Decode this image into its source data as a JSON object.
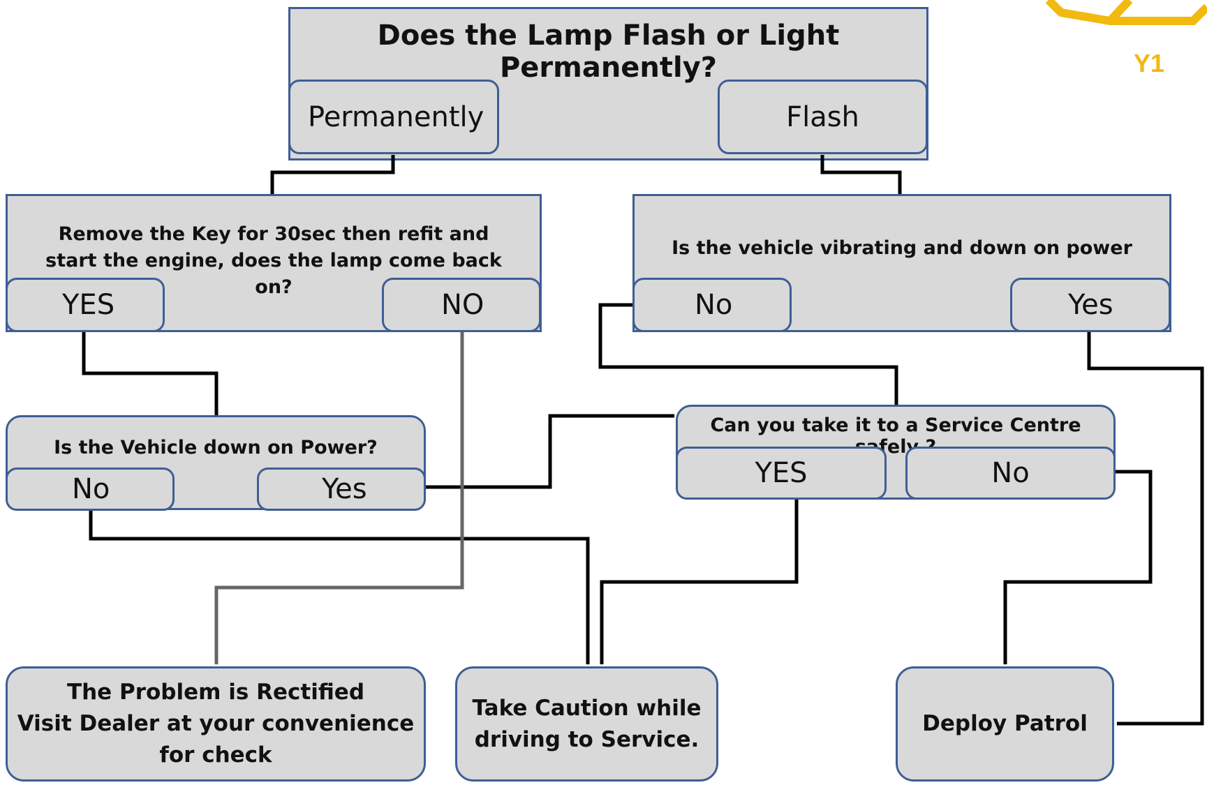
{
  "top_question": {
    "text": "Does the Lamp Flash or Light Permanently?",
    "options": {
      "left": "Permanently",
      "right": "Flash"
    }
  },
  "key_question": {
    "text": "Remove the Key for 30sec then refit and start the engine, does the lamp come back on?",
    "options": {
      "left": "YES",
      "right": "NO"
    }
  },
  "vibration_question": {
    "text": "Is the vehicle vibrating and down on power",
    "options": {
      "left": "No",
      "right": "Yes"
    }
  },
  "power_question": {
    "text": "Is the Vehicle down on Power?",
    "options": {
      "left": "No",
      "right": "Yes"
    }
  },
  "service_question": {
    "text": "Can you take it to a Service Centre safely ?",
    "options": {
      "left": "YES",
      "right": "No"
    }
  },
  "outcomes": {
    "rectified": "The Problem is Rectified\nVisit Dealer at your convenience\nfor check",
    "caution": "Take Caution while\ndriving to Service.",
    "patrol": "Deploy Patrol"
  },
  "logo": {
    "label": "Y1",
    "color": "#f2b90f"
  },
  "colors": {
    "box_fill": "#d9d9d9",
    "box_border": "#3e5e94",
    "arrow": "#000000",
    "arrow_grey": "#666666"
  }
}
